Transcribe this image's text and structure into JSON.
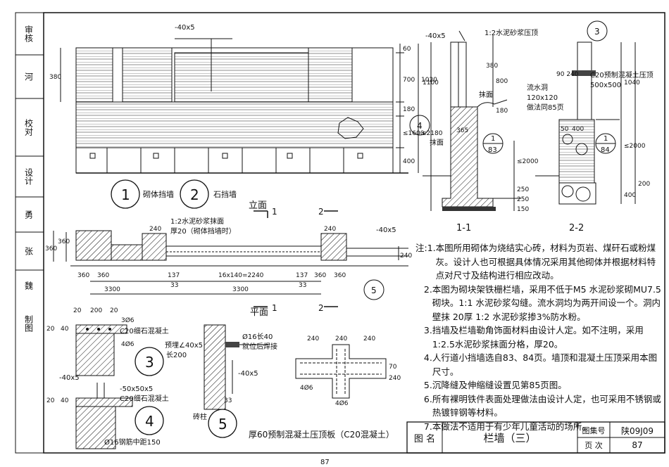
{
  "drawing": {
    "title": "栏墙（三）",
    "atlas_label": "图集号",
    "atlas_no": "陕09J09",
    "page_label": "页 次",
    "page_no": "87",
    "figure_name_label": "图 名",
    "footer_page": "87"
  },
  "side_block": [
    "审核",
    "河",
    "校对",
    "设计",
    "勇",
    "张",
    "魏",
    "制图"
  ],
  "labels": {
    "elevation": "立面",
    "plan": "平面",
    "sec11": "1-1",
    "sec22": "2-2",
    "brick_wall": "砌体挡墙",
    "stone_wall": "石挡墙",
    "d1": "1",
    "d2": "2",
    "d3": "3",
    "d4": "4",
    "d5": "5",
    "precast_cap": "厚60预制混凝土压顶板（C20混凝土）",
    "mortar_cap": "1:2水泥砂浆压顶",
    "c20_precast": "C20预制混凝土压顶",
    "size500": "500x500",
    "drain_hole": "流水洞",
    "drain_size": "120x120",
    "drain_ref": "做法同85页",
    "plaster": "抹面",
    "plaster2": "抹面",
    "plan_plaster": "1:2水泥砂浆抹面",
    "plan_thick": "厚20（砌体挡墙时）",
    "c20_fine": "C20细石混凝土",
    "c20_fine2": "C20细石混凝土",
    "embed": "预埋∠40x5",
    "embed_len": "长200",
    "phi16": "Ø16长40",
    "weld": "就位后焊接",
    "bar_spacing": "Ø16钢筋中距150",
    "brick_pier": "砖柱",
    "steel_40": "-40x5",
    "steel_50": "-50x50x5",
    "r1_ref": "83",
    "r2_ref": "84"
  },
  "dims": {
    "top_40x5": "-40x5",
    "e60": "60",
    "e700": "700",
    "e1020": "1020",
    "e380": "380",
    "e180": "180",
    "e1600": "≤1600",
    "e2180": "≤2180",
    "e400": "400",
    "p240a": "240",
    "p240b": "240",
    "p360": "360",
    "p360b": "360",
    "p16": "16x140=2240",
    "p137a": "137",
    "p137b": "137",
    "p33a": "33",
    "p33b": "33",
    "p3300a": "3300",
    "p3300b": "3300",
    "p360c": "360",
    "p360d": "360",
    "p360v": "360",
    "p360v2": "360",
    "p240v": "240",
    "s1100": "1100",
    "s380": "380",
    "s800": "800",
    "s180": "180",
    "s365": "365",
    "s2000": "≤2000",
    "s250": "250",
    "s150": "150",
    "s250b": "250",
    "s240a": "90 240",
    "s400": "400",
    "s50": "50",
    "s1040": "1040",
    "s2000b": "≤2000",
    "s400b": "400",
    "s200": "200",
    "d20a": "20",
    "d200": "200",
    "d20b": "20",
    "d3phi6": "3Ø6",
    "d4phi6": "4Ø6",
    "d4phi6b": "4Ø6",
    "d4phi6c": "4Ø6",
    "d20v": "20",
    "d40v": "40",
    "d240a": "240",
    "d240b": "240",
    "d240c": "240",
    "d240v": "240",
    "d70": "70",
    "d33": "33",
    "d20c": "20",
    "d40c": "40"
  },
  "notes": [
    {
      "lead": "注:1.",
      "text": "本图所用砌体为烧结实心砖，材料为页岩、煤矸石或粉煤灰。设计人也可根据具体情况采用其他砌体并根据材料特点对尺寸及结构进行相应改动。"
    },
    {
      "lead": "   2.",
      "text": "本图为砌块架铁栅栏墙，采用不低于M5 水泥砂浆砌MU7.5 砌块。1:1 水泥砂浆勾缝。流水洞均为两开间设一个。洞内壁抹 20厚 1:2 水泥砂浆掺3%防水粉。"
    },
    {
      "lead": "   3.",
      "text": "挡墙及栏墙勒角饰面材料由设计人定。如不注明，采用1:2.5水泥砂浆抹面分格，厚20。"
    },
    {
      "lead": "   4.",
      "text": "人行道小挡墙选自83、84页。墙顶和混凝土压顶采用本图尺寸。"
    },
    {
      "lead": "   5.",
      "text": "沉降缝及伸缩缝设置见第85页图。"
    },
    {
      "lead": "   6.",
      "text": "所有裸明铁件表面处理做法由设计人定，也可采用不锈钢或热镀锌钢等材料。"
    },
    {
      "lead": "   7.",
      "text": "本做法不适用于有少年儿童活动的场所。"
    }
  ]
}
